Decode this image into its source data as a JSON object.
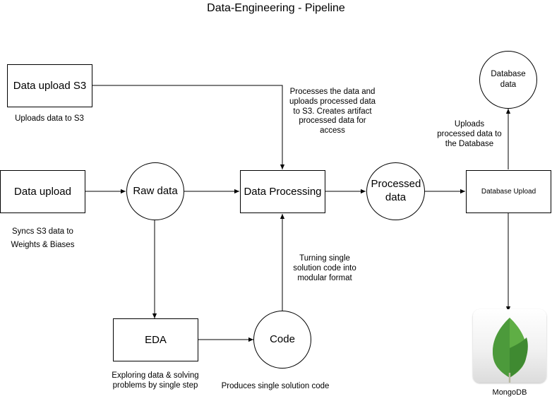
{
  "title": "Data-Engineering - Pipeline",
  "nodes": {
    "data_upload_s3": "Data upload S3",
    "data_upload": "Data upload",
    "raw_data": "Raw data",
    "data_processing": "Data Processing",
    "processed_data": "Processed data",
    "database_upload": "Database Upload",
    "database_data": "Database data",
    "eda": "EDA",
    "code": "Code",
    "mongodb": "MongoDB"
  },
  "notes": {
    "uploads_s3": "Uploads data to S3",
    "syncs_wandb": "Syncs S3 data to Weights & Biases",
    "processes": "Processes the data and uploads processed data to S3. Creates artifact processed data for access",
    "uploads_db": "Uploads processed data to the Database",
    "turning_modular": "Turning single solution code into modular format",
    "exploring": "Exploring data  & solving problems by single step",
    "produces_code": "Produces single solution code"
  },
  "icons": {
    "mongodb": "mongodb-leaf-icon"
  },
  "colors": {
    "stroke": "#000000",
    "leaf_light": "#8cc46b",
    "leaf_dark": "#4c9a3b",
    "leaf_stem": "#b8b8a0"
  }
}
